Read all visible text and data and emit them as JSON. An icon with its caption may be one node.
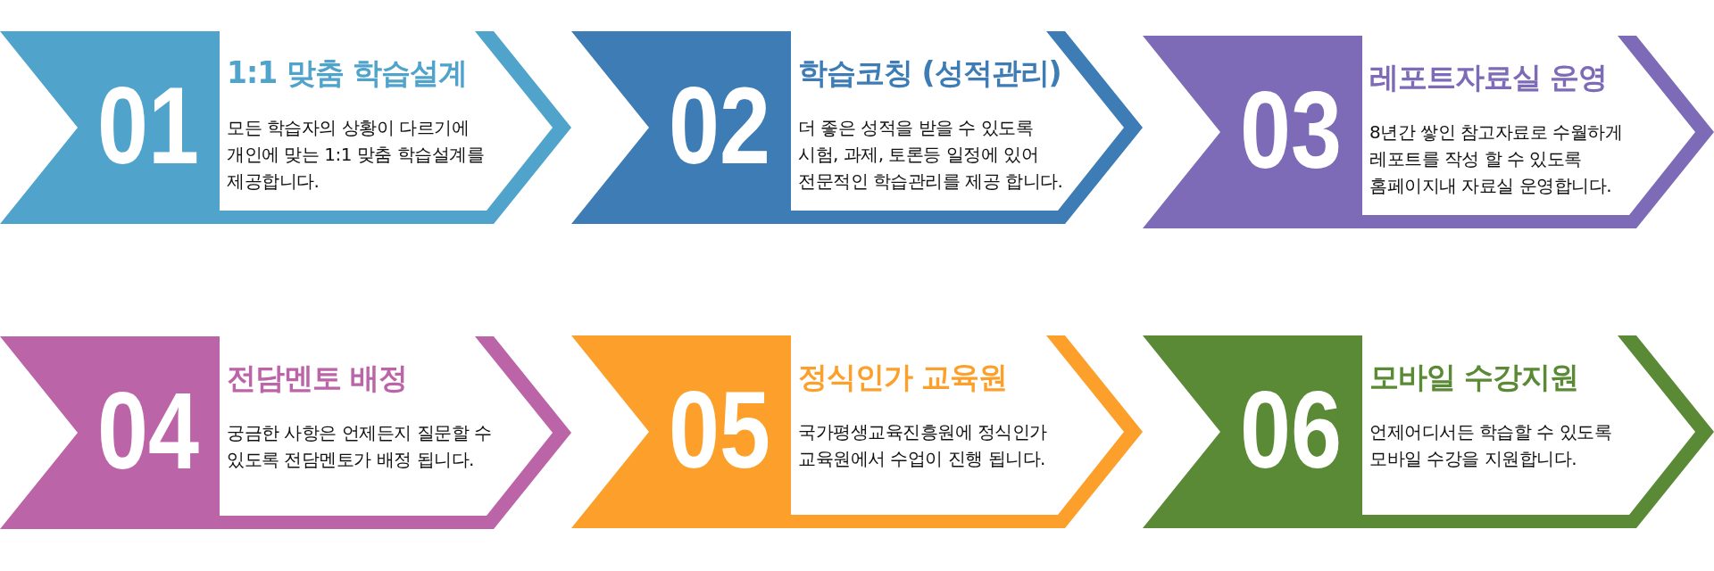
{
  "diagram": {
    "nodes": [
      {
        "text": [
          "01",
          "1:1 맞춤 학습설계",
          "모든 학습자의 상황이 다르기에 개인에 맞는 1:1 맞춤 학습설계를 제공합니다."
        ]
      },
      {
        "text": [
          "02",
          "학습코칭 (성적관리)",
          "더 좋은 성적을 받을 수 있도록 시험, 과제, 토론등 일정에 있어 전문적인 학습관리를 제공 합니다."
        ]
      },
      {
        "text": [
          "03",
          "레포트자료실 운영",
          "8년간 쌓인 참고자료로 수월하게 레포트를 작성 할 수 있도록 홈페이지내 자료실 운영합니다."
        ]
      },
      {
        "text": [
          "04",
          "전담멘토 배정",
          "궁금한 사항은 언제든지 질문할 수 있도록 전담멘토가 배정 됩니다."
        ]
      },
      {
        "text": [
          "05",
          "정식인가 교육원",
          "국가평생교육진흥원에 정식인가 교육원에서 수업이 진행 됩니다."
        ]
      },
      {
        "text": [
          "06",
          "모바일 수강지원",
          "언제어디서든 학습할 수 있도록 모바일 수강을 지원합니다."
        ]
      }
    ]
  }
}
